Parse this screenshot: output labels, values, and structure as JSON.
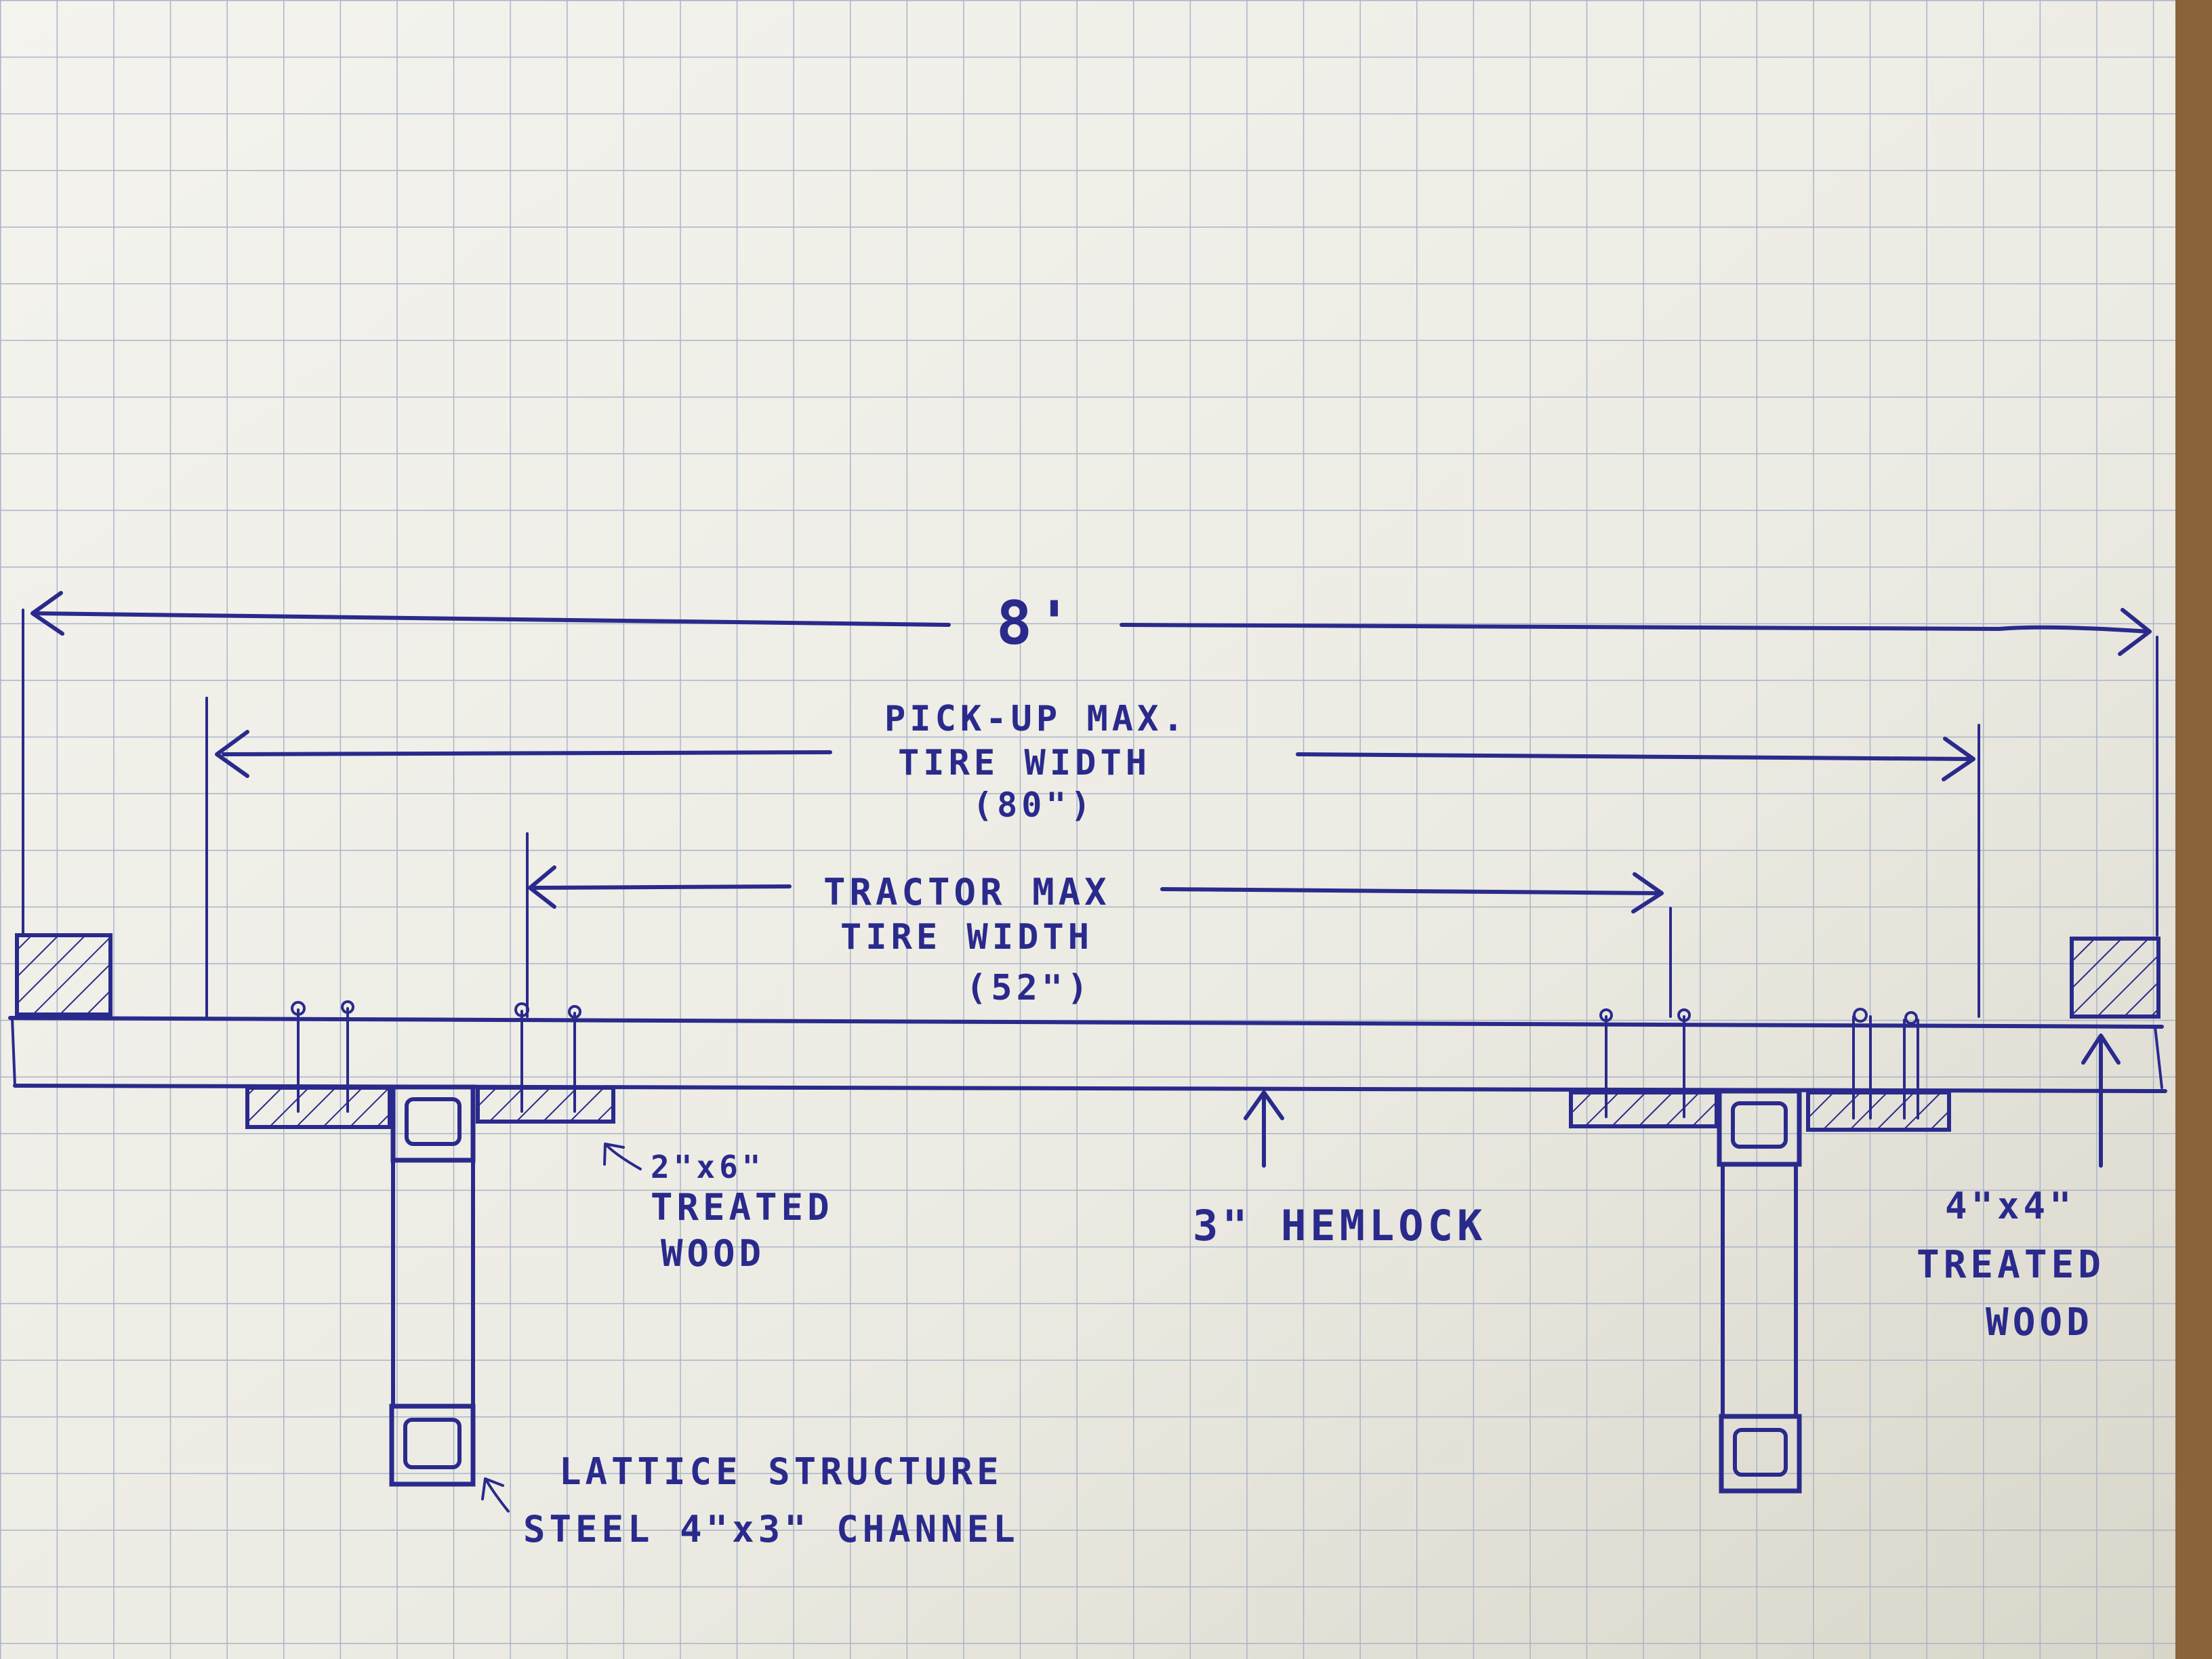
{
  "colors": {
    "paper": "#f1f0ea",
    "grid": "#aab4c8",
    "ink": "#2a2a8c",
    "wood_table": "#8a6338"
  },
  "dimensions": {
    "overall": "8'",
    "pickup": {
      "line1": "PICK-UP MAX.",
      "line2": "TIRE WIDTH",
      "line3": "(80\")"
    },
    "tractor": {
      "line1": "TRACTOR MAX",
      "line2": "TIRE WIDTH",
      "line3": "(52\")"
    }
  },
  "labels": {
    "hemlock": "3\" HEMLOCK",
    "two_by_six": {
      "line1": "2\"x6\"",
      "line2": "TREATED",
      "line3": "WOOD"
    },
    "four_by_four": {
      "line1": "4\"x4\"",
      "line2": "TREATED",
      "line3": "WOOD"
    },
    "lattice": {
      "line1": "LATTICE STRUCTURE",
      "line2": "STEEL 4\"x3\" CHANNEL"
    }
  }
}
